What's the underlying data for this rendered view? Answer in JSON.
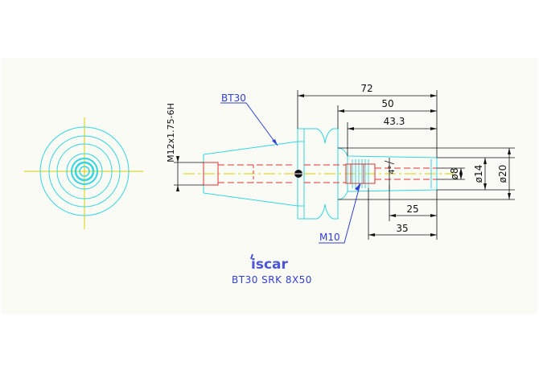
{
  "drawing": {
    "part_name": "BT30",
    "caption": "BT30 SRK 8X50",
    "logo_text": "iscar",
    "thread_main": "M12x1.75-6H",
    "thread_secondary": "M10",
    "dims": {
      "overall": "72",
      "len_50": "50",
      "len_43": "43.3",
      "len_25": "25",
      "len_35": "35",
      "dia_8": "ø8",
      "dia_14": "ø14",
      "dia_20": "ø20",
      "taper_angle": "4°"
    }
  },
  "colors": {
    "outline": "#33d6e0",
    "dimension": "#111111",
    "centerline": "#d6d000",
    "hidden": "#e23030",
    "leader": "#2f3fd6",
    "label": "#2f3fd6",
    "logo": "#4a55d8"
  }
}
